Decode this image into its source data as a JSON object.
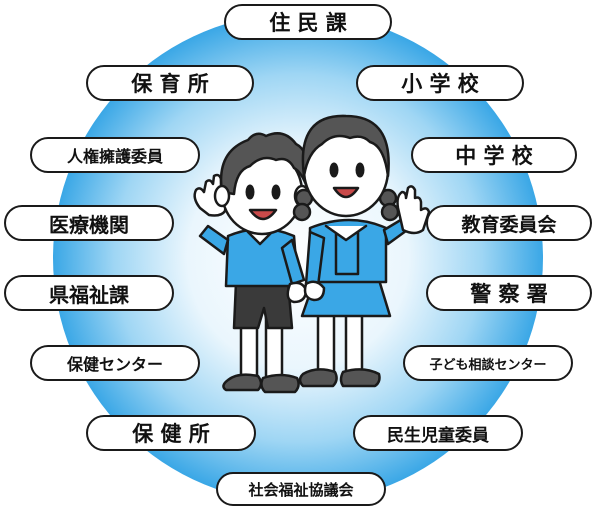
{
  "diagram": {
    "colors": {
      "background_center": "#ffffff",
      "background_edge": "#3aa7e6",
      "outline": "#1a1a1a",
      "boy_shirt": "#3aa7e6",
      "girl_dress": "#3aa7e6"
    },
    "center": {
      "description_icon": "two-children-illustration-icon"
    },
    "nodes": [
      {
        "id": "juminka",
        "label": "住 民 課"
      },
      {
        "id": "hoikusho",
        "label": "保 育 所"
      },
      {
        "id": "shogakko",
        "label": "小 学 校"
      },
      {
        "id": "jinken",
        "label": "人権擁護委員"
      },
      {
        "id": "chugakko",
        "label": "中 学 校"
      },
      {
        "id": "iryo",
        "label": "医療機関"
      },
      {
        "id": "kyoiku",
        "label": "教育委員会"
      },
      {
        "id": "kenfukushi",
        "label": "県福祉課"
      },
      {
        "id": "keisatsu",
        "label": "警 察 署"
      },
      {
        "id": "hoken_center",
        "label": "保健センター"
      },
      {
        "id": "kodomo_soudan",
        "label": "子ども相談センター"
      },
      {
        "id": "hokensho",
        "label": "保 健 所"
      },
      {
        "id": "minsei",
        "label": "民生児童委員"
      },
      {
        "id": "shakyo",
        "label": "社会福祉協議会"
      }
    ]
  }
}
